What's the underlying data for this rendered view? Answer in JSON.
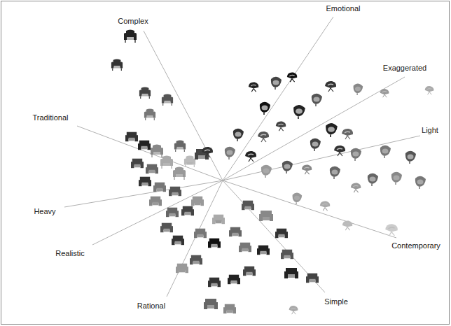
{
  "diagram": {
    "labels": [
      "Complex",
      "Emotional",
      "Exaggerated",
      "Traditional",
      "Light",
      "Heavy",
      "Contemporary",
      "Realistic",
      "Rational",
      "Simple"
    ]
  }
}
